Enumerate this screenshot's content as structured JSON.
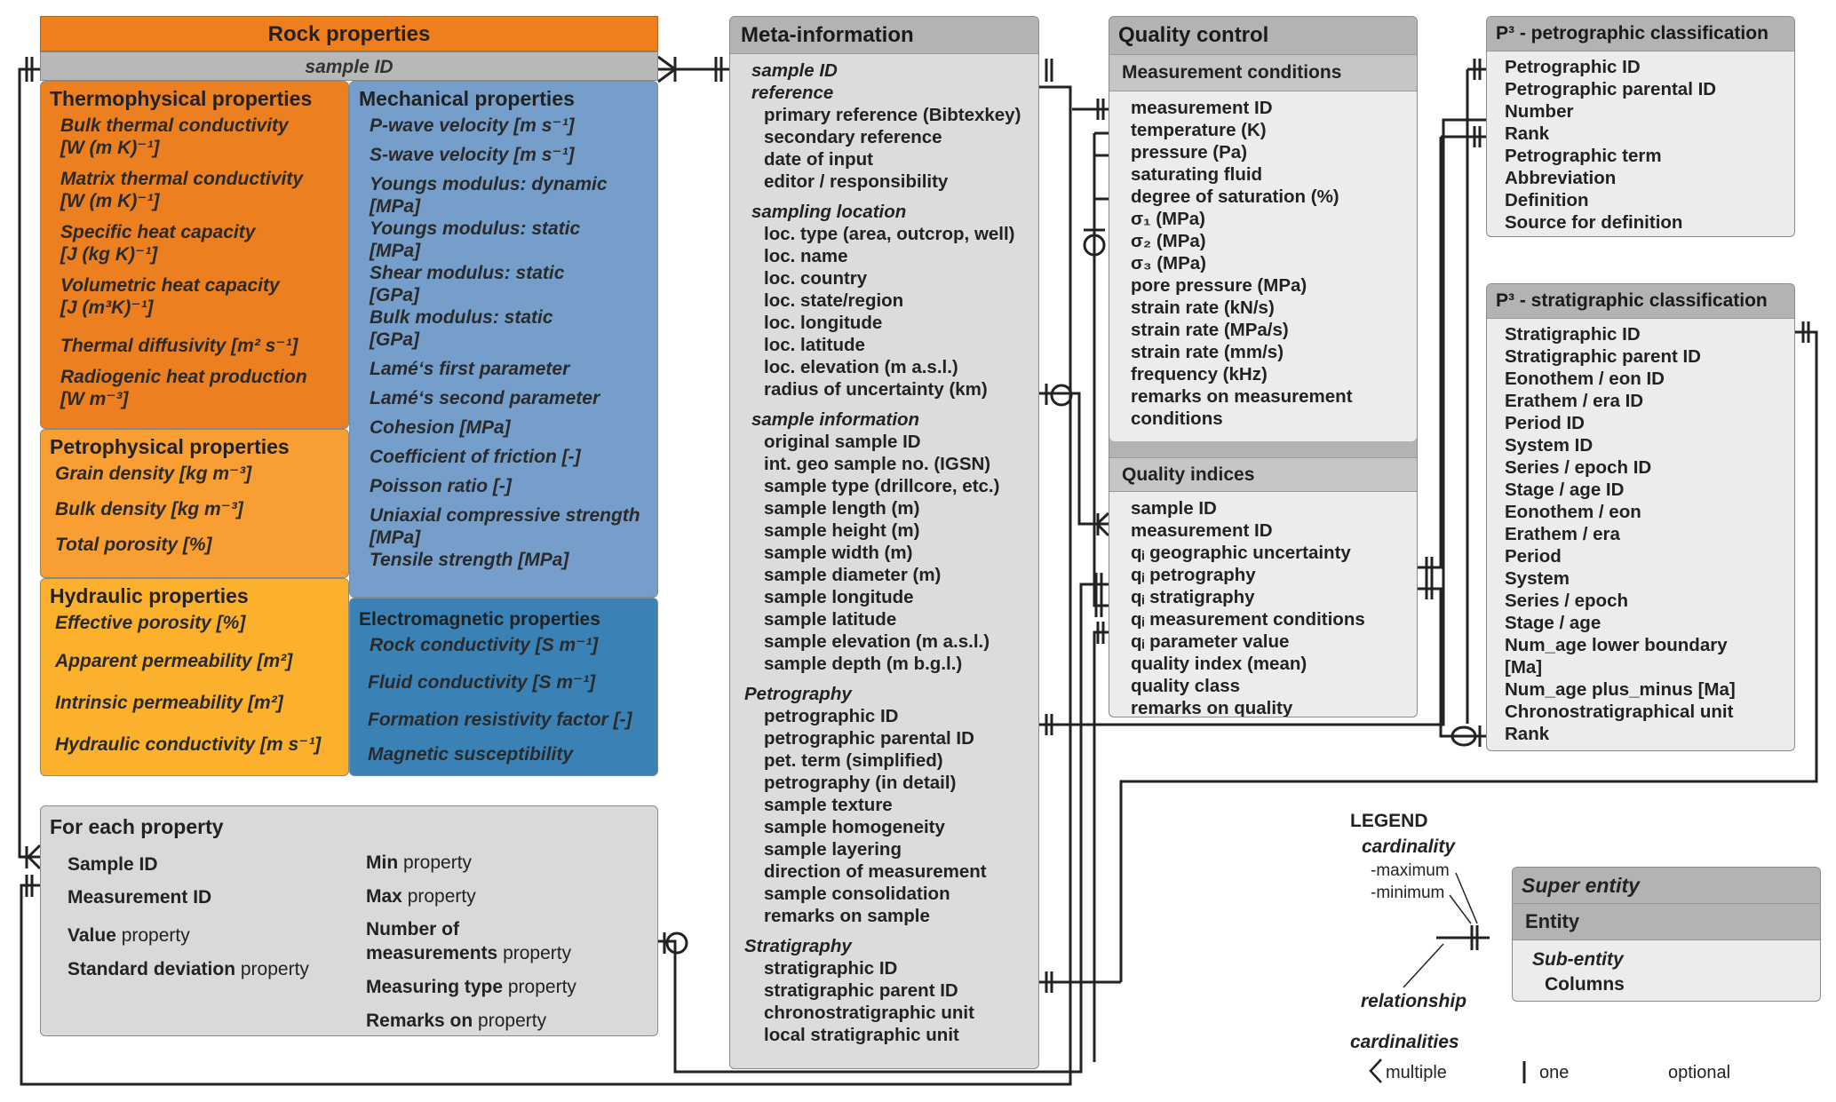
{
  "rock_properties": {
    "title": "Rock properties",
    "key": "sample ID",
    "thermophysical": {
      "title": "Thermophysical properties",
      "items": [
        "Bulk thermal conductivity",
        "[W (m K)⁻¹]",
        "Matrix thermal conductivity",
        "[W (m K)⁻¹]",
        "Specific heat capacity",
        "[J (kg K)⁻¹]",
        "Volumetric heat capacity",
        "[J (m³K)⁻¹]",
        "Thermal diffusivity [m² s⁻¹]",
        "Radiogenic heat production",
        "[W m⁻³]"
      ]
    },
    "mechanical": {
      "title": "Mechanical properties",
      "items": [
        "P-wave velocity [m s⁻¹]",
        "S-wave velocity [m s⁻¹]",
        "Youngs modulus: dynamic",
        "[MPa]",
        "Youngs modulus: static",
        "[MPa]",
        "Shear modulus: static",
        "[GPa]",
        "Bulk modulus: static",
        "[GPa]",
        "Lamé‘s first parameter",
        "Lamé‘s second parameter",
        "Cohesion [MPa]",
        "Coefficient of friction [-]",
        "Poisson ratio [-]",
        "Uniaxial compressive strength",
        "[MPa]",
        "Tensile strength [MPa]"
      ]
    },
    "petrophysical": {
      "title": "Petrophysical properties",
      "items": [
        "Grain density [kg m⁻³]",
        "Bulk density [kg m⁻³]",
        "Total porosity [%]"
      ]
    },
    "hydraulic": {
      "title": "Hydraulic properties",
      "items": [
        "Effective porosity [%]",
        "Apparent permeability [m²]",
        "Intrinsic permeability [m²]",
        "Hydraulic conductivity [m s⁻¹]"
      ]
    },
    "electromagnetic": {
      "title": "Electromagnetic properties",
      "items": [
        "Rock conductivity [S m⁻¹]",
        "Fluid conductivity [S m⁻¹]",
        "Formation resistivity factor [-]",
        "Magnetic susceptibility"
      ]
    }
  },
  "for_each_property": {
    "title": "For each property",
    "left": [
      {
        "bold": "Sample ID",
        "rest": ""
      },
      {
        "bold": "Measurement ID",
        "rest": ""
      },
      {
        "bold": "Value",
        "rest": " property"
      },
      {
        "bold": "Standard deviation",
        "rest": " property"
      }
    ],
    "right": [
      {
        "bold": "Min",
        "rest": " property"
      },
      {
        "bold": "Max",
        "rest": " property"
      },
      {
        "bold": "Number of",
        "rest": ""
      },
      {
        "bold": "measurements",
        "rest": " property"
      },
      {
        "bold": "Measuring type",
        "rest": " property"
      },
      {
        "bold": "Remarks on",
        "rest": " property"
      }
    ]
  },
  "meta_information": {
    "title": "Meta-information",
    "sections": [
      {
        "title": "sample ID",
        "items": []
      },
      {
        "title": "reference",
        "items": [
          "primary reference (Bibtexkey)",
          "secondary reference",
          "date of input",
          "editor / responsibility"
        ]
      },
      {
        "title": "sampling location",
        "items": [
          "loc. type (area, outcrop, well)",
          "loc. name",
          "loc. country",
          "loc. state/region",
          "loc. longitude",
          "loc. latitude",
          "loc. elevation (m a.s.l.)",
          "radius of uncertainty (km)"
        ]
      },
      {
        "title": "sample information",
        "items": [
          "original sample ID",
          "int. geo sample no. (IGSN)",
          "sample type (drillcore, etc.)",
          "sample length (m)",
          "sample height (m)",
          "sample width (m)",
          "sample diameter (m)",
          "sample longitude",
          "sample latitude",
          "sample elevation (m a.s.l.)",
          "sample depth (m b.g.l.)"
        ]
      },
      {
        "title": "Petrography",
        "items": [
          "petrographic ID",
          "petrographic parental ID",
          "pet. term (simplified)",
          "petrography (in detail)",
          "sample texture",
          "sample homogeneity",
          "sample layering",
          "direction of measurement",
          "sample consolidation",
          "remarks on sample"
        ]
      },
      {
        "title": "Stratigraphy",
        "items": [
          "stratigraphic ID",
          "stratigraphic parent ID",
          "chronostratigraphic unit",
          "local stratigraphic unit"
        ]
      }
    ]
  },
  "quality_control": {
    "title": "Quality control",
    "measurement_conditions": {
      "title": "Measurement conditions",
      "items": [
        "measurement ID",
        "temperature (K)",
        "pressure (Pa)",
        "saturating fluid",
        "degree of saturation (%)",
        "σ₁ (MPa)",
        "σ₂ (MPa)",
        "σ₃ (MPa)",
        "pore pressure (MPa)",
        "strain rate (kN/s)",
        "strain rate (MPa/s)",
        "strain rate (mm/s)",
        "frequency (kHz)",
        "remarks on measurement",
        "conditions"
      ]
    },
    "quality_indices": {
      "title": "Quality indices",
      "items": [
        "sample ID",
        "measurement ID",
        "qᵢ geographic uncertainty",
        "qᵢ petrography",
        "qᵢ stratigraphy",
        "qᵢ measurement conditions",
        "qᵢ parameter value",
        "quality index (mean)",
        "quality class",
        "remarks on quality"
      ]
    }
  },
  "p3_petrographic": {
    "title": "P³ - petrographic classification",
    "items": [
      "Petrographic ID",
      "Petrographic parental ID",
      "Number",
      "Rank",
      "Petrographic term",
      "Abbreviation",
      "Definition",
      "Source for definition"
    ]
  },
  "p3_stratigraphic": {
    "title": "P³ - stratigraphic classification",
    "items": [
      "Stratigraphic ID",
      "Stratigraphic parent ID",
      "Eonothem / eon ID",
      "Erathem / era ID",
      "Period ID",
      "System ID",
      "Series / epoch ID",
      "Stage / age ID",
      "Eonothem / eon",
      "Erathem / era",
      "Period",
      "System",
      "Series / epoch",
      "Stage / age",
      "Num_age lower boundary",
      "[Ma]",
      "Num_age plus_minus [Ma]",
      "Chronostratigraphical unit",
      "Rank"
    ]
  },
  "legend": {
    "title": "LEGEND",
    "cardinality": "cardinality",
    "maximum": "-maximum",
    "minimum": "-minimum",
    "relationship": "relationship",
    "super_entity": "Super entity",
    "entity": "Entity",
    "sub_entity": "Sub-entity",
    "columns": "Columns",
    "cardinalities": "cardinalities",
    "multiple": "multiple",
    "one": "one",
    "optional": "optional"
  },
  "colors": {
    "thermophysical": "#ec7f1f",
    "mechanical": "#759ecb",
    "petrophysical": "#f89e32",
    "hydraulic": "#fbb02e",
    "electromagnetic": "#3a82b6",
    "header_gray": "#b3b3b3",
    "body_gray": "#ececec",
    "line": "#222222"
  }
}
